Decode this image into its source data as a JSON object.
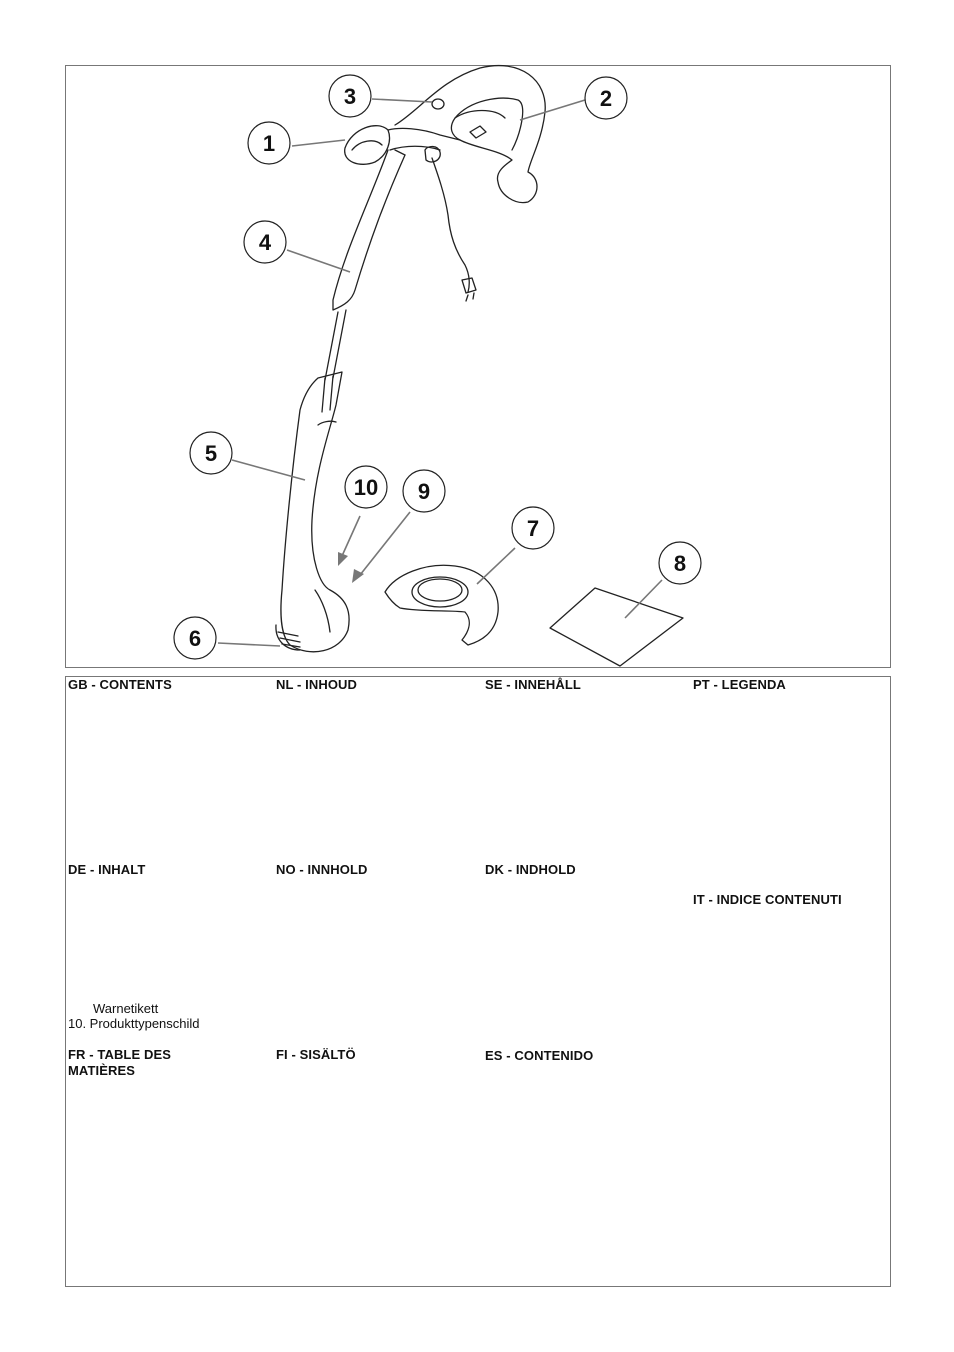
{
  "figure": {
    "callouts": [
      "1",
      "2",
      "3",
      "4",
      "5",
      "6",
      "7",
      "8",
      "9",
      "10"
    ]
  },
  "sections": {
    "gb": "GB - CONTENTS",
    "nl": "NL - INHOUD",
    "se": "SE - INNEHÅLL",
    "pt": "PT - LEGENDA",
    "de": "DE - INHALT",
    "no": "NO - INNHOLD",
    "dk": "DK - INDHOLD",
    "it": "IT - INDICE CONTENUTI",
    "fr_line1": "FR - TABLE DES",
    "fr_line2": "MATIÈRES",
    "fi": "FI - SISÄLTÖ",
    "es": "ES - CONTENIDO"
  },
  "de_items": {
    "item9": "Warnetikett",
    "item10": "10. Produkttypenschild"
  }
}
